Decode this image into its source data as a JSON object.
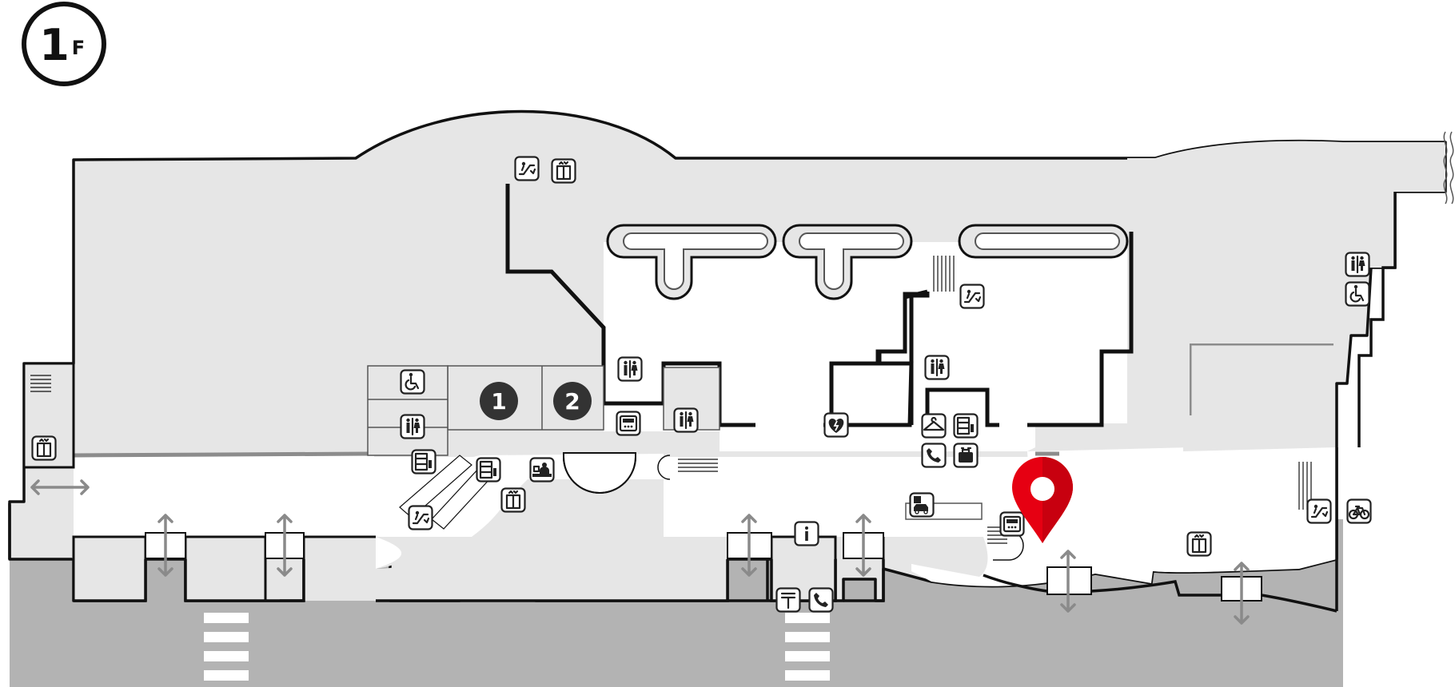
{
  "floor": {
    "number": "1",
    "suffix": "F"
  },
  "zone_markers": [
    {
      "id": "zone-1",
      "label": "1"
    },
    {
      "id": "zone-2",
      "label": "2"
    }
  ],
  "colors": {
    "building_fill": "#e6e6e6",
    "road_fill": "#b3b3b3",
    "wall": "#111111",
    "partition": "#8c8c8c",
    "marker": "#e60012",
    "zone_marker": "#333333",
    "arrow": "#8a8a8a"
  },
  "current_location": {
    "icon": "map-pin-icon",
    "color": "#e60012"
  },
  "facility_icons": [
    "escalator-icon",
    "elevator-icon",
    "restroom-icon",
    "accessible-restroom-icon",
    "ticket-machine-icon",
    "locker-icon",
    "information-icon",
    "aed-icon",
    "cloakroom-icon",
    "telephone-icon",
    "baggage-icon",
    "post-icon",
    "taxi-icon",
    "bicycle-parking-icon",
    "ticket-counter-icon",
    "crosswalk-icon",
    "entrance-arrow-icon"
  ]
}
